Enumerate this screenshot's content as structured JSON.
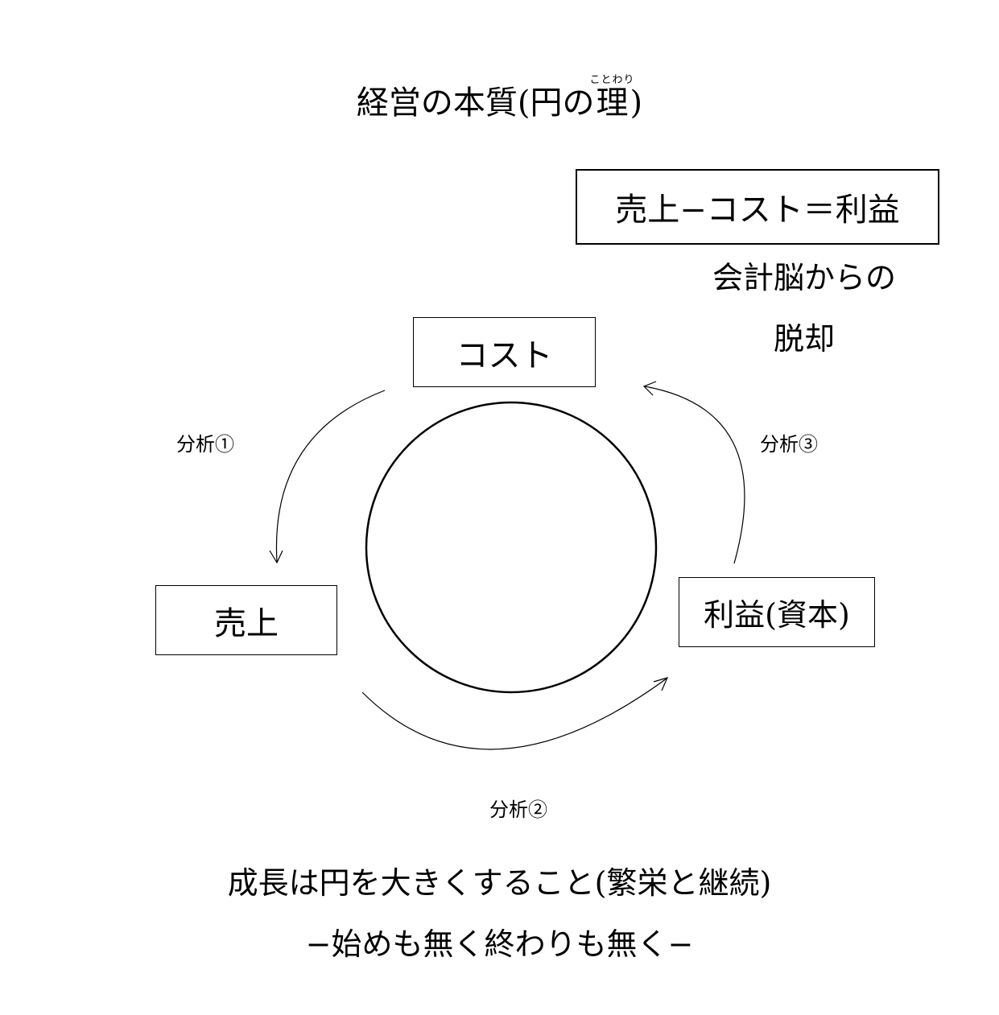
{
  "title": {
    "prefix": "経営の本質(円の",
    "ruby_base": "理",
    "ruby_reading": "ことわり",
    "suffix": ")"
  },
  "formula_box": "売上−コスト＝利益",
  "side_note": {
    "line1": "会計脳からの",
    "line2": "脱却"
  },
  "nodes": {
    "cost": "コスト",
    "sales": "売上",
    "profit": "利益(資本)"
  },
  "arrows": {
    "analysis1": "分析①",
    "analysis2": "分析②",
    "analysis3": "分析③"
  },
  "bottom": {
    "line1": "成長は円を大きくすること(繁栄と継続)",
    "line2": "−始めも無く終わりも無く−"
  }
}
